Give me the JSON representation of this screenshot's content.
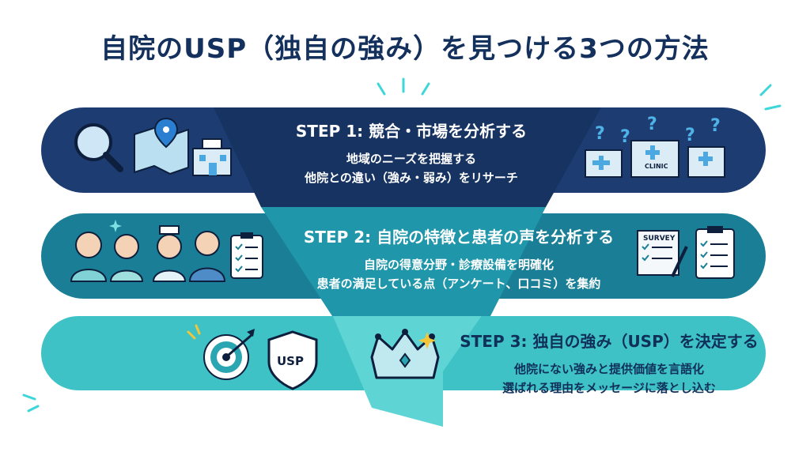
{
  "title": "自院のUSP（独自の強み）を見つける3つの方法",
  "colors": {
    "title": "#14305c",
    "step1_band": "#1d3d72",
    "step2_band": "#1a7f96",
    "step3_band": "#3ec2c6",
    "accent_cyan": "#3dd6d9"
  },
  "steps": [
    {
      "title": "STEP 1: 競合・市場を分析する",
      "lines": [
        "地域のニーズを把握する",
        "他院との違い（強み・弱み）をリサーチ"
      ],
      "icons": [
        "magnifier-icon",
        "map-pin-icon",
        "dental-clinic-icon",
        "question-marks-icon",
        "clinic-buildings-icon"
      ],
      "clinic_label": "CLINIC"
    },
    {
      "title": "STEP 2: 自院の特徴と患者の声を分析する",
      "lines": [
        "自院の得意分野・診療設備を明確化",
        "患者の満足している点（アンケート、口コミ）を集約"
      ],
      "icons": [
        "patients-staff-icon",
        "checklist-icon",
        "survey-icon",
        "clipboard-icon"
      ],
      "survey_label": "SURVEY"
    },
    {
      "title": "STEP 3: 独自の強み（USP）を決定する",
      "lines": [
        "他院にない強みと提供価値を言語化",
        "選ばれる理由をメッセージに落とし込む"
      ],
      "icons": [
        "target-icon",
        "usp-shield-icon",
        "crown-icon"
      ],
      "usp_label": "USP"
    }
  ]
}
